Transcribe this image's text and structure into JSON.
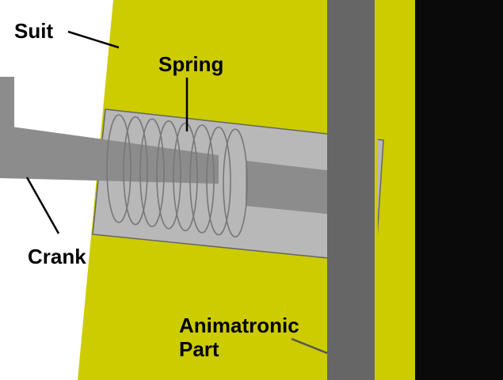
{
  "labels": {
    "suit": "Suit",
    "spring": "Spring",
    "crank": "Crank",
    "animatronic_line1": "Animatronic",
    "animatronic_line2": "Part"
  },
  "colors": {
    "background": "#ffffff",
    "suit": "#cccc00",
    "housing": "#b8b8b8",
    "housing_border": "#666666",
    "rod": "#8c8c8c",
    "animatronic_part": "#666666",
    "spring_stroke": "#777777",
    "dark_region": "#0a0a0a",
    "leader_line": "#000000",
    "animatronic_leader": "#555555"
  },
  "spring": {
    "coils": 8
  }
}
